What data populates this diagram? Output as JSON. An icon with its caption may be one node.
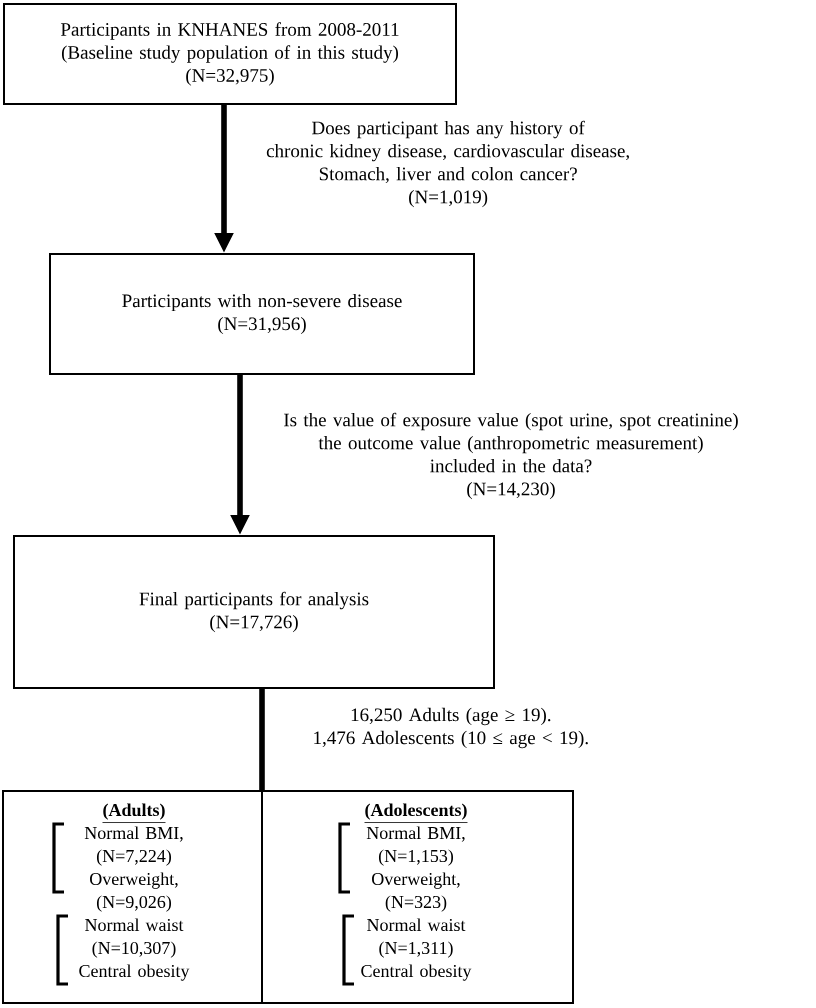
{
  "diagram": {
    "nodes": [
      {
        "text": [
          "Participants in KNHANES from 2008-2011 (Baseline study population of in this study) (N=32,975)"
        ]
      },
      {
        "text": [
          "Participants with non-severe disease (N=31,956)"
        ]
      },
      {
        "text": [
          "Final participants for analysis (N=17,726)"
        ]
      },
      {
        "text": [],
        "shape": "box"
      },
      {
        "text": [
          "(Adults)",
          "Normal BMI, (N=7,224)",
          "Overweight, (N=9,026)",
          "Normal waist (N=10,307)",
          "Central obesity"
        ],
        "in": 3
      },
      {
        "text": [
          "(Adolescents)",
          "Normal BMI, (N=1,153)",
          "Overweight, (N=323)",
          "Normal waist (N=1,311)",
          "Central obesity"
        ],
        "in": 3
      }
    ],
    "edges": [
      {
        "from": 0,
        "to": 1,
        "arrow": "to",
        "label": "Does participant has any history of chronic kidney disease, cardiovascular disease, Stomach, liver and colon cancer? (N=1,019)"
      },
      {
        "from": 1,
        "to": 2,
        "arrow": "to",
        "label": "Is the value of exposure value (spot urine, spot creatinine) the outcome value (anthropometric measurement) included in the data? (N=14,230)"
      },
      {
        "from": 2,
        "to": 3,
        "arrow": "none",
        "label": "16,250 Adults (age ≥ 19). 1,476 Adolescents (10 ≤ age < 19)."
      }
    ]
  }
}
